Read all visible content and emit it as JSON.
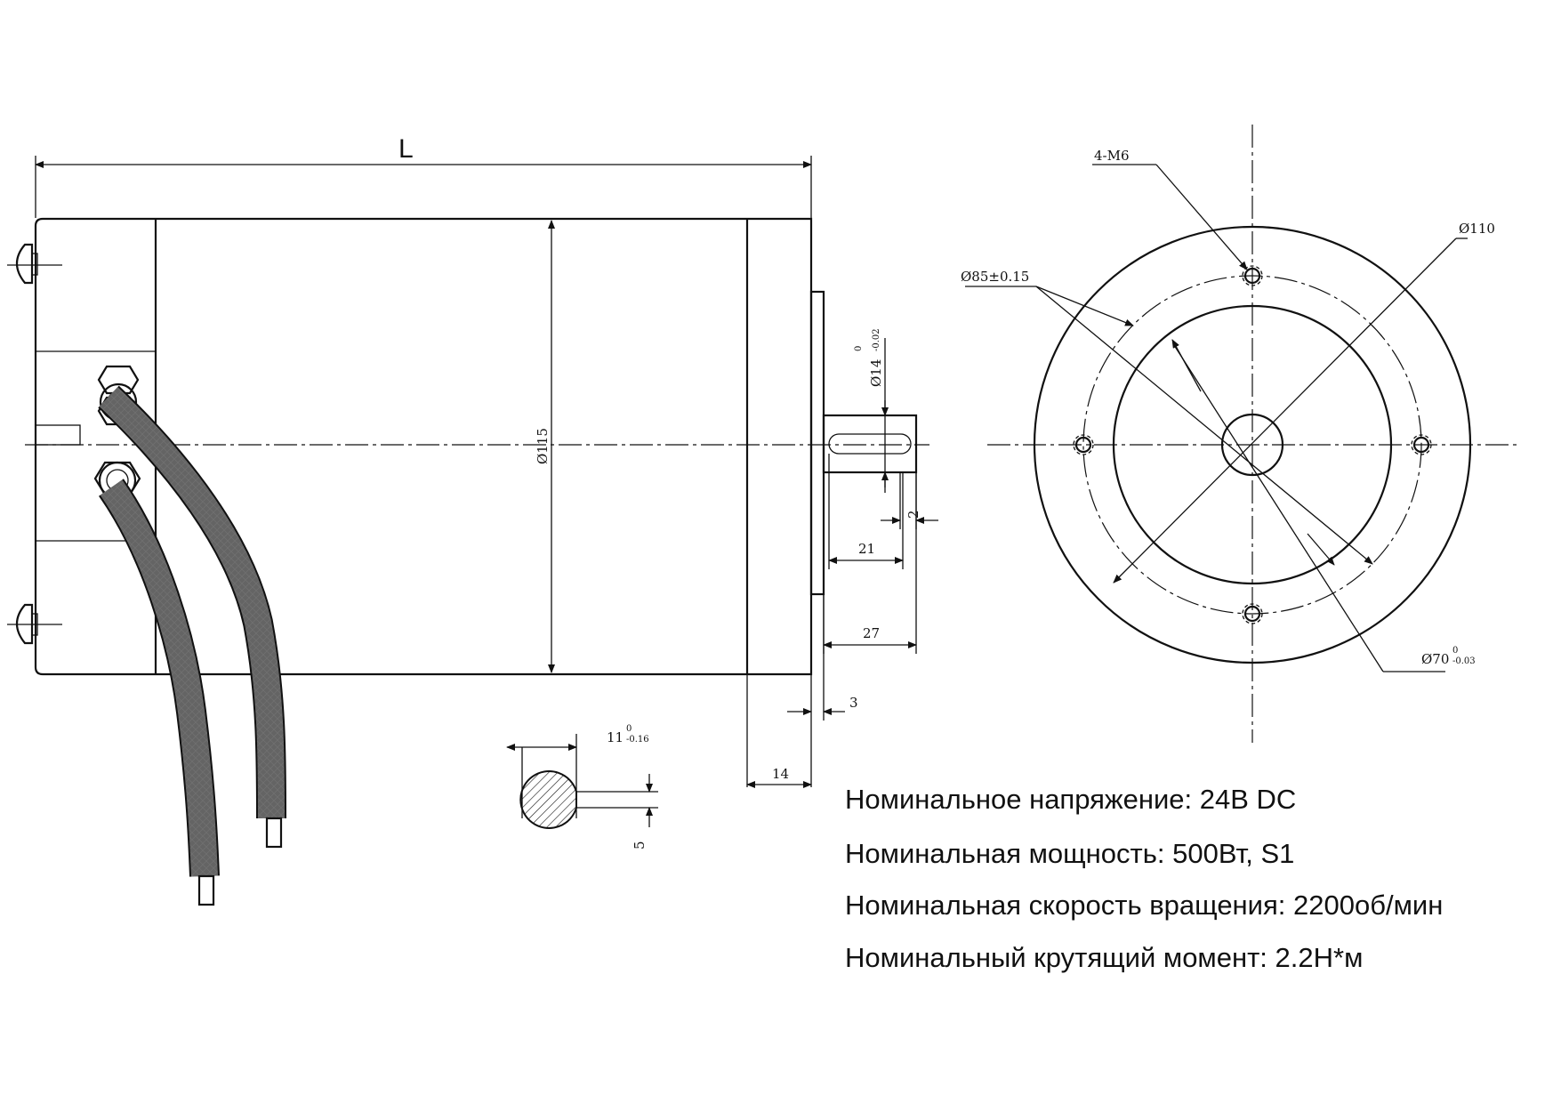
{
  "dimensions": {
    "length": "L",
    "body_diameter": "Ø115",
    "shaft_diameter": "Ø14",
    "shaft_tol_upper": "0",
    "shaft_tol_lower": "-0.02",
    "key_offset": "2",
    "key_length": "21",
    "shaft_length": "27",
    "pilot_length": "3",
    "flange_length": "14",
    "section_width": "11",
    "section_tol_upper": "0",
    "section_tol_lower": "-0.16",
    "key_width": "5",
    "mount_holes": "4-M6",
    "outer_diameter": "Ø110",
    "bolt_circle": "Ø85±0.15",
    "pilot_diameter": "Ø70",
    "pilot_tol_upper": "0",
    "pilot_tol_lower": "-0.03"
  },
  "specs": [
    "Номинальное напряжение: 24В DC",
    "Номинальная мощность: 500Вт, S1",
    "Номинальная скорость вращения: 2200об/мин",
    "Номинальный крутящий момент: 2.2Н*м"
  ]
}
